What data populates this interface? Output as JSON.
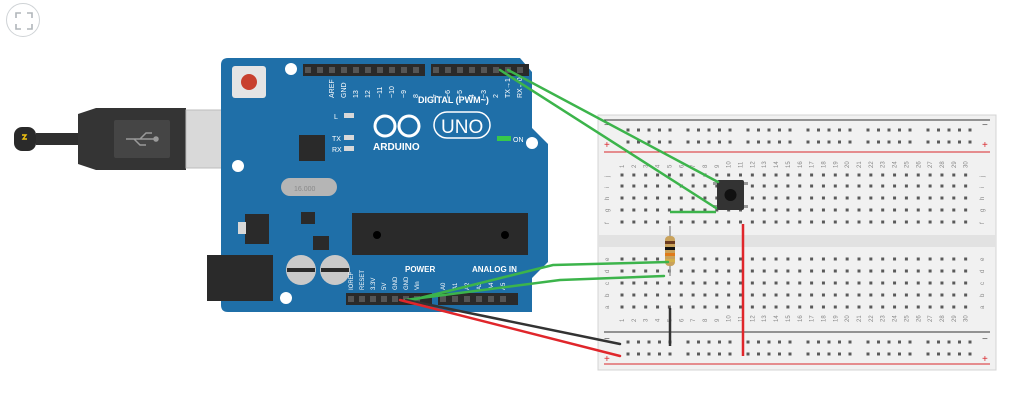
{
  "toolbar": {
    "fit_icon": "fit-to-view-icon"
  },
  "arduino": {
    "logo_text": "ARDUINO",
    "model": "UNO",
    "digital_label": "DIGITAL (PWM~)",
    "digital_pins": [
      "AREF",
      "GND",
      "13",
      "12",
      "~11",
      "~10",
      "~9",
      "8",
      "7",
      "~6",
      "~5",
      "4",
      "~3",
      "2",
      "TX→1",
      "RX←0"
    ],
    "power_label": "POWER",
    "analog_label": "ANALOG IN",
    "power_pins": [
      "IOREF",
      "RESET",
      "3.3V",
      "5V",
      "GND",
      "GND",
      "Vin"
    ],
    "analog_pins": [
      "A0",
      "A1",
      "A2",
      "A3",
      "A4",
      "A5"
    ],
    "led_labels": [
      "L",
      "TX",
      "RX"
    ],
    "on_label": "ON",
    "crystal_label": "16.000",
    "board_color": "#1f6fa8"
  },
  "breadboard": {
    "columns": 30,
    "rows_top": [
      "j",
      "i",
      "h",
      "g",
      "f"
    ],
    "rows_bottom": [
      "e",
      "d",
      "c",
      "b",
      "a"
    ],
    "rail_plus": "+",
    "rail_minus": "−"
  },
  "colors": {
    "wire_green": "#3cb44b",
    "wire_red": "#e0262b",
    "wire_black": "#333333",
    "rail_red": "#d9262c"
  }
}
